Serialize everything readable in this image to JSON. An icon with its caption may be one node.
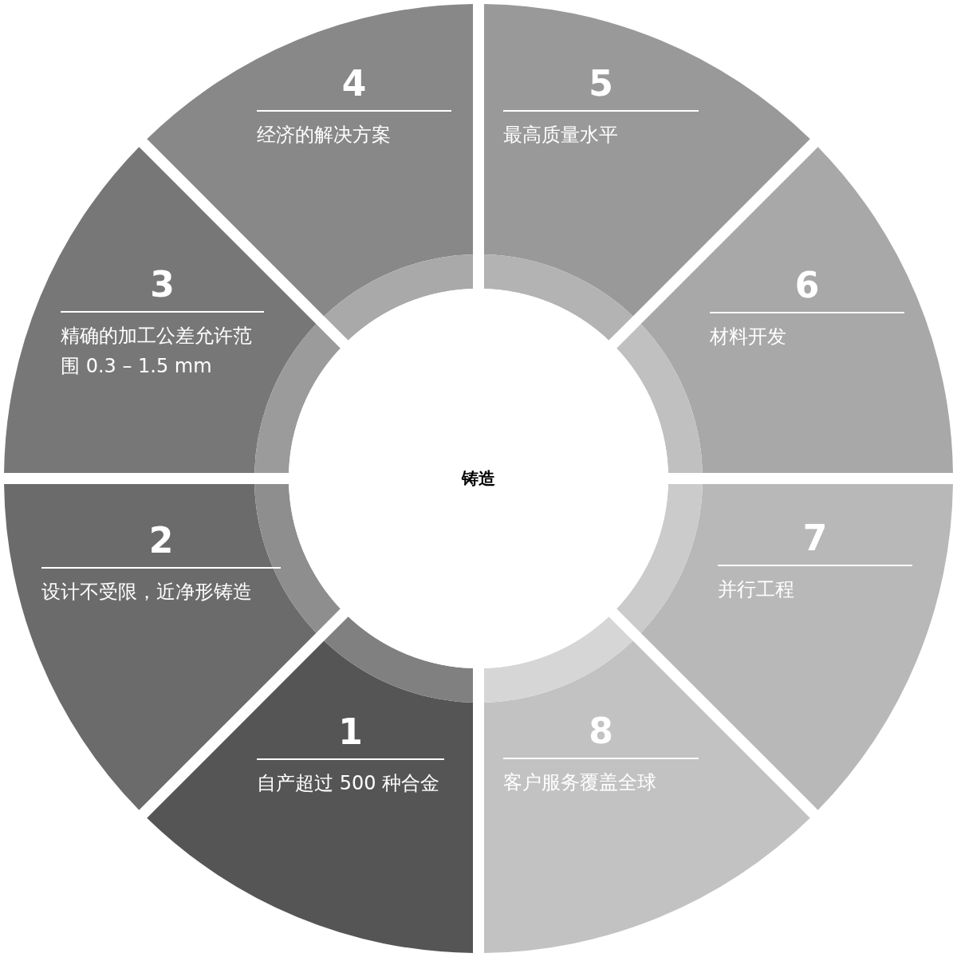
{
  "diagram": {
    "nodes": [
      {
        "text": [
          "铸造"
        ]
      },
      {
        "text": [
          "1",
          "自产超过 500 种合金"
        ]
      },
      {
        "text": [
          "2",
          "设计不受限，近净形铸造"
        ]
      },
      {
        "text": [
          "3",
          "精确的加工公差允许范围 0.3 – 1.5 mm"
        ]
      },
      {
        "text": [
          "4",
          "经济的解决方案"
        ]
      },
      {
        "text": [
          "5",
          "最高质量水平"
        ]
      },
      {
        "text": [
          "6",
          "材料开发"
        ]
      },
      {
        "text": [
          "7",
          "并行工程"
        ]
      },
      {
        "text": [
          "8",
          "客户服务覆盖全球"
        ]
      }
    ]
  }
}
